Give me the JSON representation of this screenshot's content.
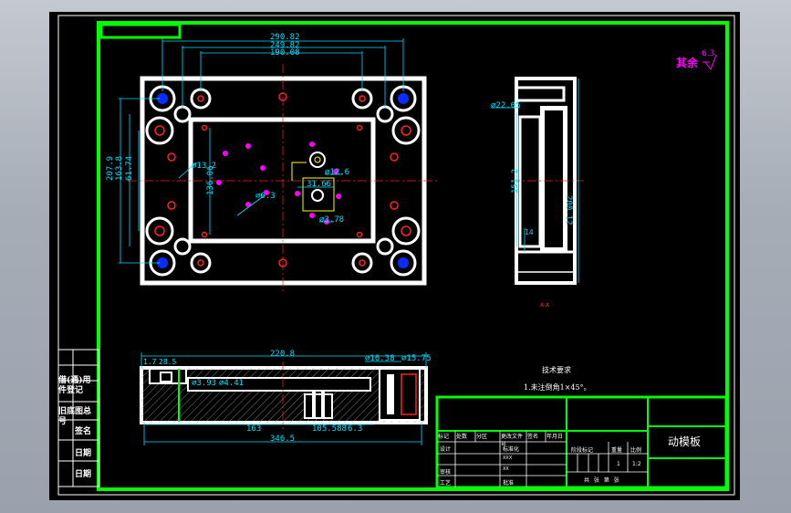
{
  "drawing": {
    "part_name": "动模板",
    "surface_finish_label": "其余",
    "surface_finish_value": "6.3",
    "tech_req_title": "技术要求",
    "tech_req_item": "1.未注倒角1×45°。",
    "section_label": "A-A"
  },
  "top_view_dims": {
    "d1": "290.82",
    "d2": "249.82",
    "d3": "190.08",
    "left1": "207.9",
    "left2": "163.8",
    "left3": "61.74",
    "inner_v": "136.06",
    "hole1": "⌀13.2",
    "hole2": "⌀12.6",
    "hole3": "⌀6.3",
    "hole4": "⌀3.78",
    "x1": "31.66"
  },
  "side_view_dims": {
    "d1": "⌀22.05",
    "d2": "151.2",
    "d3": "200.12",
    "d4": "14"
  },
  "front_view_dims": {
    "top_total": "220.8",
    "a": "⌀16.38",
    "b": "⌀15.75",
    "c": "⌀3.93",
    "d": "⌀4.41",
    "e": "28.5",
    "f": "1.7",
    "g": "163",
    "h": "105.588",
    "i": "6.3",
    "bottom_total": "346.5"
  },
  "title_block": {
    "r1": [
      "标记",
      "处数",
      "分区",
      "更改文件号",
      "签名",
      "年月日"
    ],
    "design": "设计",
    "standard": "标准化",
    "review": "审核",
    "process": "工艺",
    "approve": "批准",
    "stage_mark": "阶段标记",
    "weight": "重量",
    "scale": "比例",
    "qty": "1",
    "ratio": "1:2",
    "sheet_info": "共 张 第 张",
    "std_sub1": "XXX",
    "std_sub2": "XX"
  },
  "left_strip": {
    "a": "借(通)用",
    "b": "件登记",
    "c": "旧底图总",
    "d": "号",
    "e": "签名",
    "f": "日期",
    "g": "日期"
  }
}
